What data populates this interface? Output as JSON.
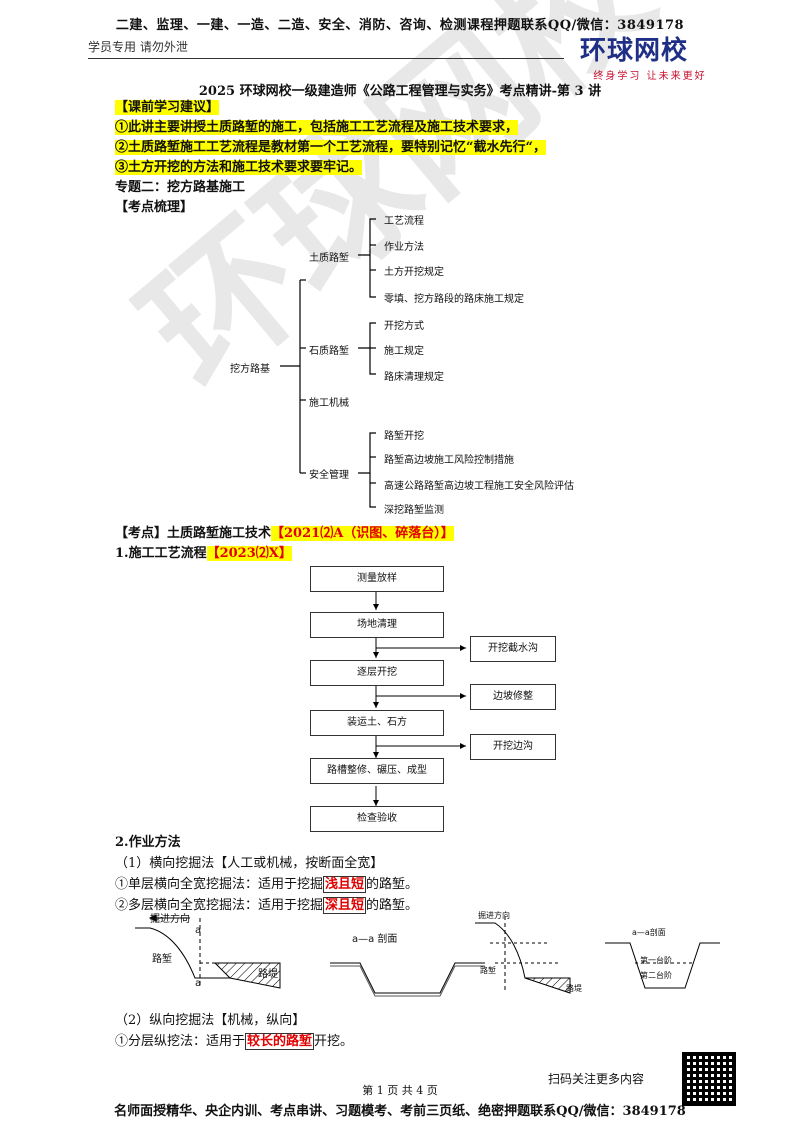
{
  "header": {
    "top_line": "二建、监理、一建、一造、二造、安全、消防、咨询、检测课程押题联系QQ/微信：3849178",
    "left_note": "学员专用  请勿外泄",
    "logo_main": "环球网校",
    "logo_sub": "终身学习  让未来更好"
  },
  "title": "2025 环球网校一级建造师《公路工程管理与实务》考点精讲-第 3 讲",
  "advice": {
    "heading": "【课前学习建议】",
    "items": [
      "①此讲主要讲授土质路堑的施工，包括施工工艺流程及施工技术要求，",
      "②土质路堑施工工艺流程是教材第一个工艺流程，要特别记忆“截水先行“，",
      "③土方开挖的方法和施工技术要求要牢记。"
    ]
  },
  "topic": "专题二：挖方路基施工",
  "kaodian_shuli": "【考点梳理】",
  "tree": {
    "root": "挖方路基",
    "branches": [
      {
        "label": "土质路堑",
        "leaves": [
          "工艺流程",
          "作业方法",
          "土方开挖规定",
          "零填、挖方路段的路床施工规定"
        ]
      },
      {
        "label": "石质路堑",
        "leaves": [
          "开挖方式",
          "施工规定",
          "路床清理规定"
        ]
      },
      {
        "label": "施工机械",
        "leaves": []
      },
      {
        "label": "安全管理",
        "leaves": [
          "路堑开挖",
          "路堑高边坡施工风险控制措施",
          "高速公路路堑高边坡工程施工安全风险评估",
          "深挖路堑监测"
        ]
      }
    ]
  },
  "kaodian": {
    "label": "【考点】土质路堑施工技术",
    "tag": "【2021⑵A（识图、碎落台）】"
  },
  "section1": {
    "label": "1.施工工艺流程",
    "tag": "【2023⑵X】"
  },
  "flow": {
    "main": [
      "测量放样",
      "场地清理",
      "逐层开挖",
      "装运土、石方",
      "路槽整修、碾压、成型",
      "检查验收"
    ],
    "side": [
      "开挖截水沟",
      "边坡修整",
      "开挖边沟"
    ]
  },
  "section2": {
    "label": "2.作业方法",
    "sub1": "（1）横向挖掘法【人工或机械，按断面全宽】",
    "item1_pre": "①单层横向全宽挖掘法：适用于挖掘",
    "item1_key": "浅且短",
    "item1_post": "的路堑。",
    "item2_pre": "②多层横向全宽挖掘法：适用于挖掘",
    "item2_key": "深且短",
    "item2_post": "的路堑。",
    "fig_labels": {
      "dir1": "掘进方向",
      "a1": "a",
      "lq": "路堑",
      "a2": "a",
      "ld": "路堤",
      "section": "a—a 剖面",
      "dir2": "掘进方向",
      "lq2": "路堑",
      "ld2": "路堤",
      "sec2": "a—a剖面",
      "step1": "第一台阶",
      "step2": "第二台阶"
    },
    "sub2": "（2）纵向挖掘法【机械，纵向】",
    "item3_pre": "①分层纵挖法：适用于",
    "item3_key": "较长的路堑",
    "item3_post": "开挖。"
  },
  "watermark": "环球网校",
  "footer": {
    "scan_note": "扫码关注更多内容",
    "page": "第 1 页 共 4 页",
    "bottom": "名师面授精华、央企内训、考点串讲、习题模考、考前三页纸、绝密押题联系QQ/微信：3849178"
  }
}
